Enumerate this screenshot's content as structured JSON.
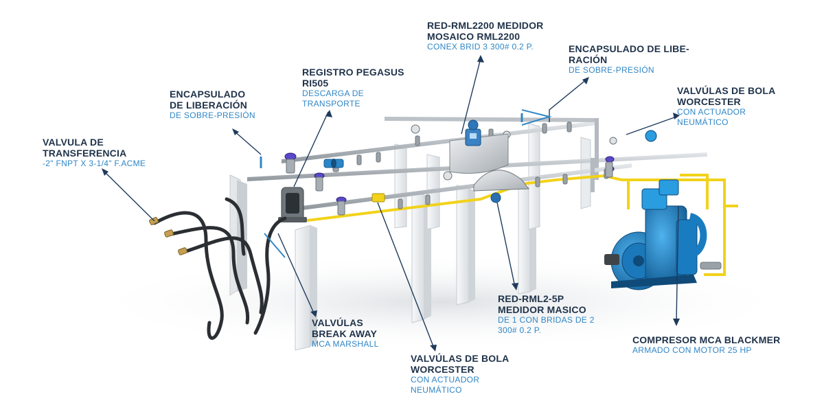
{
  "colors": {
    "label_title": "#1f3249",
    "label_sub": "#2f86c6",
    "leader": "#1e3a5c",
    "leader_accent": "#2f86c6",
    "pipe": "#c9ced3",
    "pipe_yellow": "#f2d21a",
    "support": "#eef0f2",
    "compressor": "#1f8fd4",
    "hose": "#2b2f33"
  },
  "labels": {
    "transferencia": {
      "title": [
        "VALVULA DE",
        "TRANSFERENCIA"
      ],
      "sub": [
        "-2\" FNPT X 3-1/4\" F.ACME"
      ]
    },
    "encapsulado_left": {
      "title": [
        "ENCAPSULADO",
        "DE LIBERACIÓN"
      ],
      "sub": [
        "DE SOBRE-PRESIÓN"
      ]
    },
    "registro": {
      "title": [
        "REGISTRO PEGASUS",
        "RI505"
      ],
      "sub": [
        "DESCARGA DE",
        "TRANSPORTE"
      ]
    },
    "red_rml2200": {
      "title": [
        "RED-RML2200 MEDIDOR",
        "MOSAICO RML2200"
      ],
      "sub": [
        "CONEX BRID 3 300# 0.2 P."
      ]
    },
    "encapsulado_right": {
      "title": [
        "ENCAPSULADO DE LIBE-",
        "RACIÓN"
      ],
      "sub": [
        "DE SOBRE-PRESIÓN"
      ]
    },
    "valvulas_bola_top": {
      "title": [
        "VALVÚLAS DE BOLA",
        "WORCESTER"
      ],
      "sub": [
        "CON ACTUADOR",
        "NEUMÁTICO"
      ]
    },
    "break_away": {
      "title": [
        "VALVÚLAS",
        "BREAK AWAY"
      ],
      "sub": [
        "MCA MARSHALL"
      ]
    },
    "valvulas_bola_bottom": {
      "title": [
        "VALVÚLAS DE BOLA",
        "WORCESTER"
      ],
      "sub": [
        "CON ACTUADOR",
        "NEUMÁTICO"
      ]
    },
    "red_rml2": {
      "title": [
        "RED-RML2-5P",
        "MEDIDOR MASICO"
      ],
      "sub": [
        "DE 1 CON BRIDAS DE 2",
        "300# 0.2 P."
      ]
    },
    "compresor": {
      "title": [
        "COMPRESOR MCA BLACKMER"
      ],
      "sub": [
        "ARMADO CON MOTOR 25 HP"
      ]
    }
  }
}
